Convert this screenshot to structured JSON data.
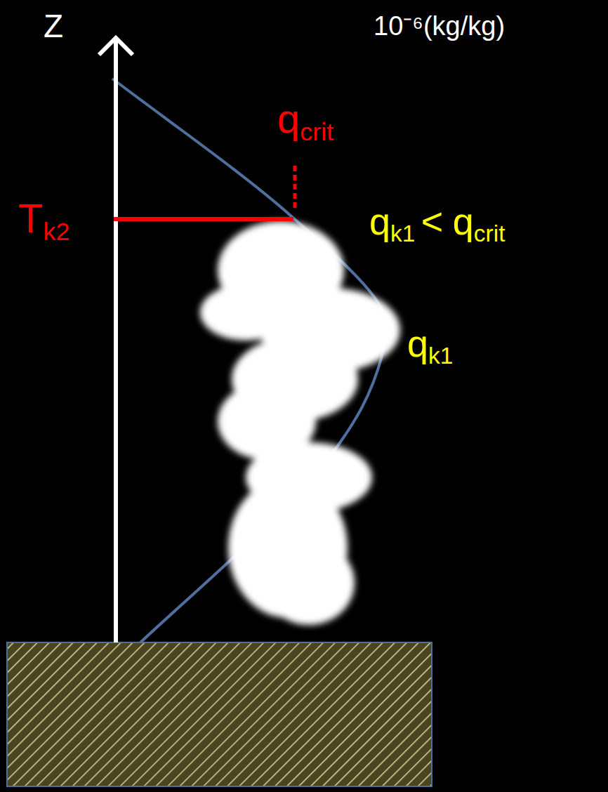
{
  "diagram": {
    "labels": [
      "Z",
      "10⁻⁶(kg/kg)",
      "q",
      "crit",
      "T",
      "k2",
      "q",
      "k1",
      "<",
      "q",
      "crit",
      "q",
      "k1"
    ]
  }
}
